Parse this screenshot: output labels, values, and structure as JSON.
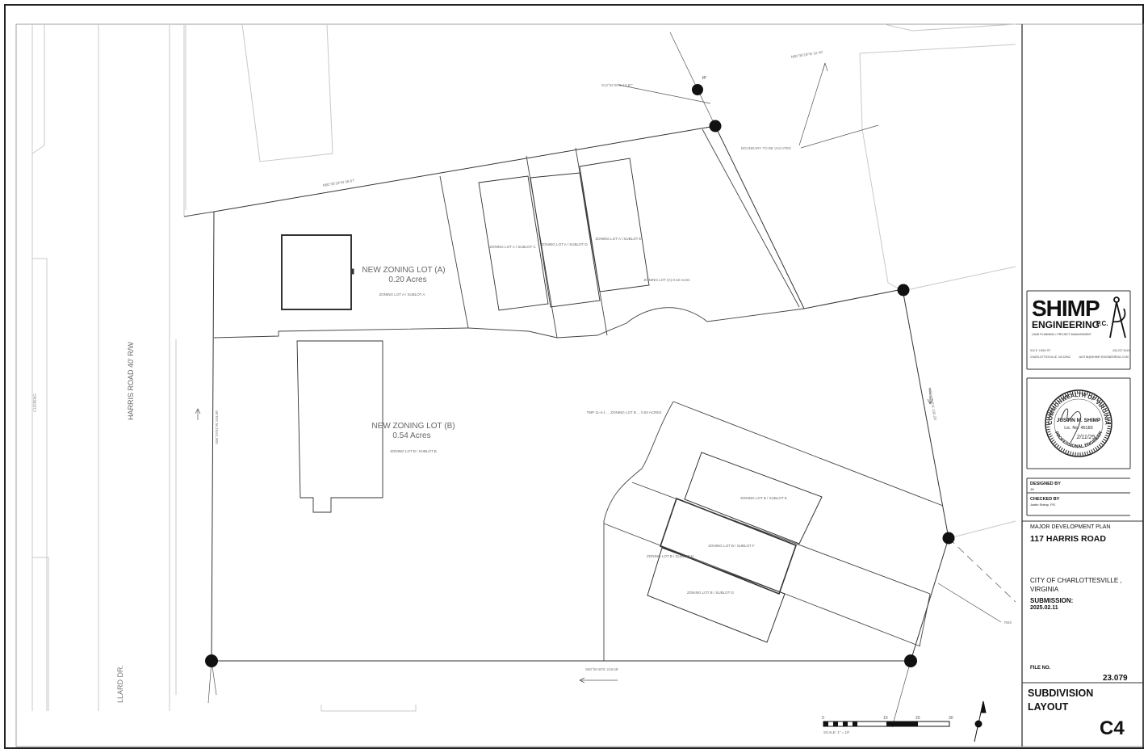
{
  "plan": {
    "road_label": "HARRIS ROAD 40' R/W",
    "road_label_bottom": "LLARD DR.",
    "road_side_small": "CURBING",
    "lot_a_title": "NEW ZONING LOT (A)",
    "lot_a_area": "0.20 Acres",
    "lot_a_sub": "ZONING LOT A / SUBLOT A",
    "lot_b_title": "NEW ZONING LOT (B)",
    "lot_b_area": "0.54 Acres",
    "lot_b_sub": "ZONING LOT B / SUBLOT B",
    "sublot_top_1": "ZONING LOT A / SUBLOT C",
    "sublot_top_2": "ZONING LOT A / SUBLOT D",
    "sublot_top_3": "ZONING LOT A / SUBLOT E",
    "lot_a_remaining": "ZONING LOT (A) 0.42 Acres",
    "center_note": "TMP 11-4-1 ... ZONING LOT B ... 0.53 ACRES",
    "sublot_right_1": "ZONING LOT B / SUBLOT E",
    "sublot_right_2": "ZONING LOT B / SUBLOT F",
    "sublot_right_3": "ZONING LOT B / SUBLOT G",
    "sublot_right_left": "ZONING LOT B / SUBLOT H",
    "boundary_note": "BOUNDARY TO BE VACATED",
    "bearing_top": "N80°36'18\"W 98.67'",
    "bearing_topright": "N80°36'18\"W 10.40'",
    "bearing_note_top": "S12°02'45\"E 13.87'",
    "bearing_bottom": "S80°05'49\"E 218.58'",
    "bearing_left": "S06°23'01\"W 194.00'",
    "bearing_right": "N09°56'26\"E 130.26'",
    "corner_label": "RBS",
    "pin_label": "IP",
    "scale_numbers": [
      "0",
      "10",
      "20",
      "30"
    ],
    "scale_caption": "SCALE: 1\" = 10'"
  },
  "title_block": {
    "company": "SHIMP",
    "company_sub": "ENGINEERING",
    "company_suffix": "P.C.",
    "tagline": "LAND PLANNING • PROJECT MANAGEMENT",
    "address_line1": "912 E. HIGH ST",
    "address_line2": "CHARLOTTESVILLE, VA 22902",
    "phone": "434.227.5140",
    "email": "JUSTIN@SHIMP-ENGINEERING.COM",
    "seal_top": "COMMONWEALTH OF VIRGINIA",
    "seal_name": "JUSTIN M. SHIMP",
    "seal_lic": "Lic. No. 45183",
    "seal_date": "2/11/25",
    "seal_bottom": "PROFESSIONAL ENGINEER",
    "designed_by_label": "DESIGNED BY",
    "designed_by": "JH",
    "checked_by_label": "CHECKED BY",
    "checked_by": "Justin Shimp, P.E.",
    "plan_type": "MAJOR DEVELOPMENT PLAN",
    "project": "117 HARRIS ROAD",
    "city": "CITY OF CHARLOTTESVILLE ,",
    "state": "VIRGINIA",
    "submission_label": "SUBMISSION:",
    "submission_date": "2025.02.11",
    "file_no_label": "FILE NO.",
    "file_no": "23.079",
    "sheet_title_1": "SUBDIVISION",
    "sheet_title_2": "LAYOUT",
    "sheet_no": "C4"
  }
}
